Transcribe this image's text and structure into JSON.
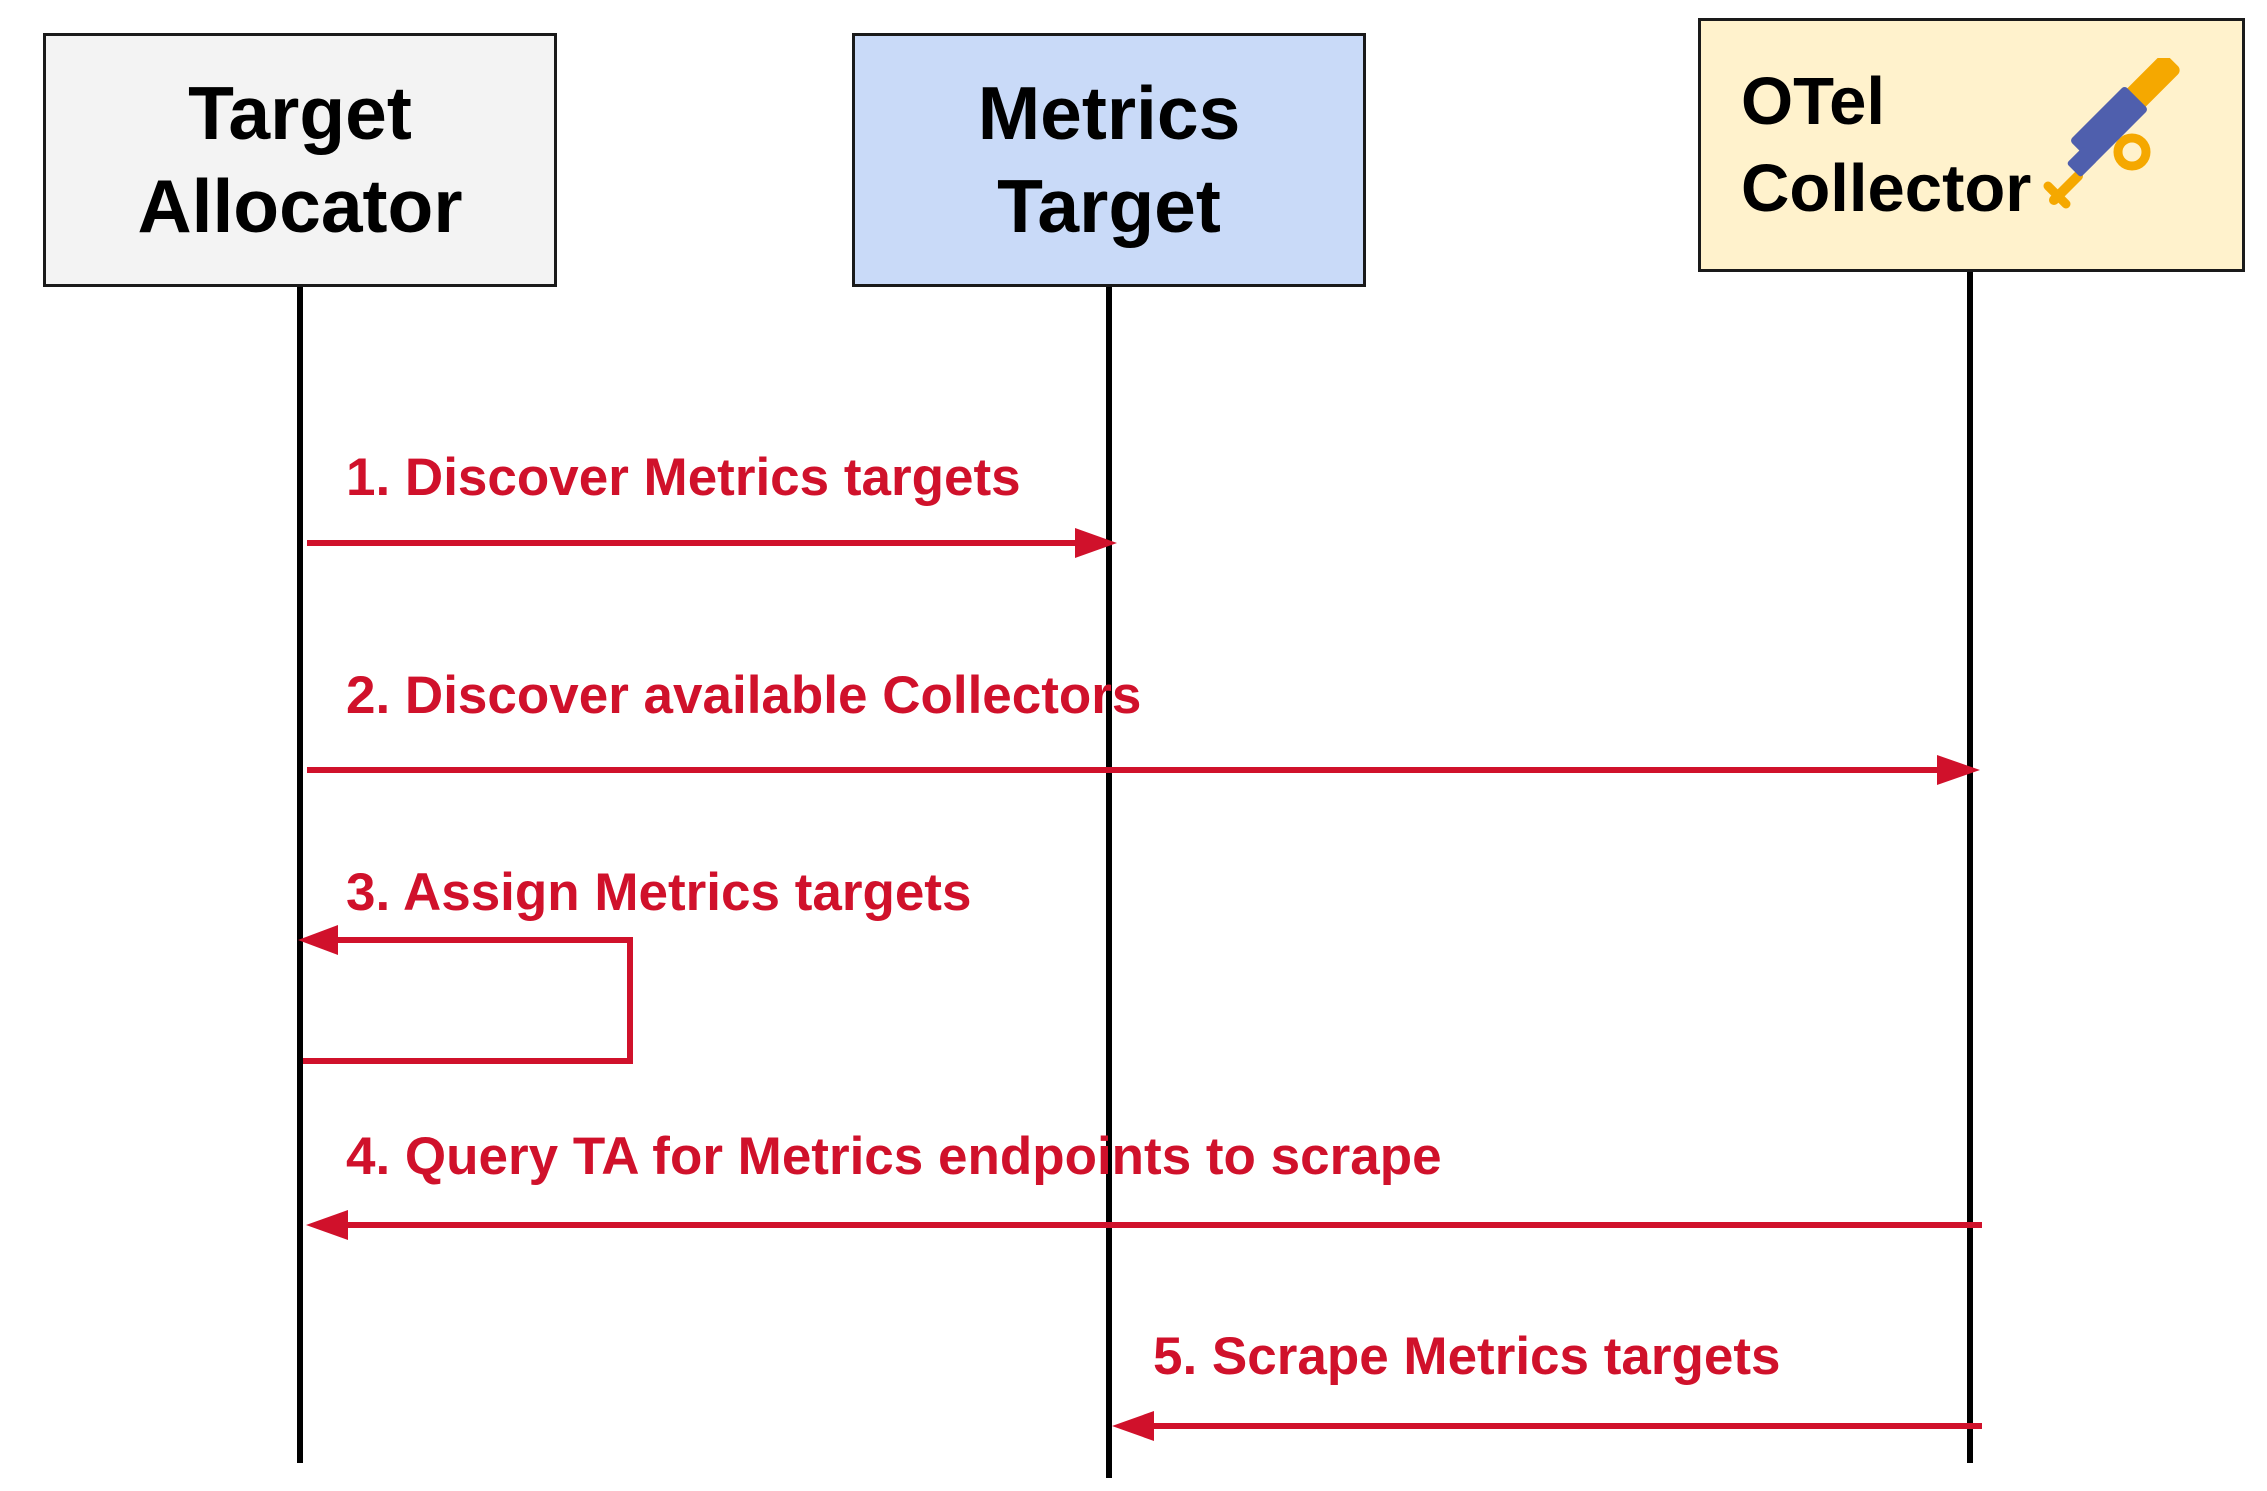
{
  "colors": {
    "arrow": "#d0112b",
    "lifeline": "#000000",
    "ta_fill": "#f3f3f3",
    "mt_fill": "#c9daf8",
    "otel_fill": "#fff2cc",
    "logo_blue": "#4f5fad",
    "logo_yellow": "#f5a800"
  },
  "participants": {
    "ta": {
      "line1": "Target",
      "line2": "Allocator"
    },
    "mt": {
      "line1": "Metrics",
      "line2": "Target"
    },
    "otel": {
      "line1": "OTel",
      "line2": "Collector",
      "icon": "telescope-icon"
    }
  },
  "messages": [
    {
      "label": "1. Discover Metrics targets",
      "from": "ta",
      "to": "mt"
    },
    {
      "label": "2. Discover available Collectors",
      "from": "ta",
      "to": "otel"
    },
    {
      "label": "3. Assign Metrics targets",
      "from": "ta",
      "to": "ta"
    },
    {
      "label": "4. Query TA for Metrics endpoints to scrape",
      "from": "otel",
      "to": "ta"
    },
    {
      "label": "5. Scrape Metrics targets",
      "from": "otel",
      "to": "mt"
    }
  ]
}
